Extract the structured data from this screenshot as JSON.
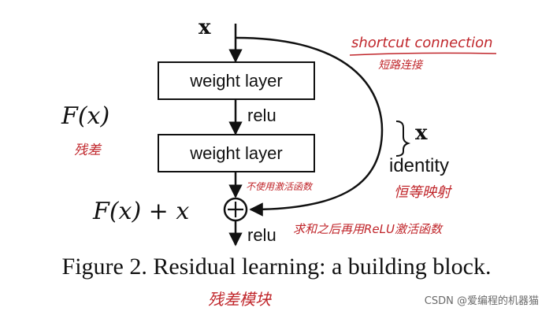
{
  "diagram": {
    "input_label": "x",
    "layer1_label": "weight layer",
    "relu1_label": "relu",
    "layer2_label": "weight layer",
    "relu2_label": "relu",
    "fx_label": "F(x)",
    "sum_label": "F(x) + x",
    "identity_label": "identity",
    "identity_x_label": "x",
    "plus_symbol": "+"
  },
  "annotations": {
    "shortcut_en": "shortcut connection",
    "shortcut_cn": "短路连接",
    "residual_cn": "残差",
    "no_activation_cn": "不使用激活函数",
    "identity_cn": "恒等映射",
    "sum_relu_cn": "求和之后再用ReLU激活函数",
    "block_cn": "残差模块"
  },
  "caption": "Figure 2. Residual learning: a building block.",
  "watermark": "CSDN @爱编程的机器猫",
  "colors": {
    "annotation": "#c0262b",
    "line": "#111111",
    "watermark": "#6a6a6a"
  }
}
